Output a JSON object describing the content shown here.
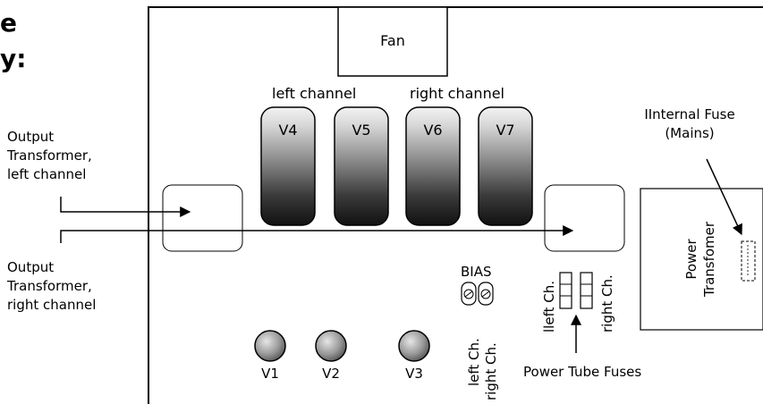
{
  "heading": {
    "line1": "e",
    "line2": "y:"
  },
  "fan": {
    "label": "Fan"
  },
  "channels": {
    "left": "left channel",
    "right": "right channel"
  },
  "power_tubes": [
    "V4",
    "V5",
    "V6",
    "V7"
  ],
  "preamp_tubes": [
    "V1",
    "V2",
    "V3"
  ],
  "output_transformer_left": {
    "line1": "Output",
    "line2": "Transformer,",
    "line3": "left channel"
  },
  "output_transformer_right": {
    "line1": "Output",
    "line2": "Transformer,",
    "line3": "right channel"
  },
  "internal_fuse": {
    "line1": "IInternal Fuse",
    "line2": "(Mains)"
  },
  "power_transformer": {
    "line1": "Power",
    "line2": "Transfomer"
  },
  "bias": {
    "label": "BIAS",
    "left": "left Ch.",
    "right": "right Ch."
  },
  "fuse_block": {
    "left": "lleft Ch.",
    "right": "right Ch."
  },
  "power_tube_fuses": {
    "label": "Power Tube Fuses"
  },
  "colors": {
    "line": "#000000",
    "tube_dark": "#1a1a1a",
    "tube_light": "#f0f0f0",
    "preamp_tube": "#999999"
  }
}
